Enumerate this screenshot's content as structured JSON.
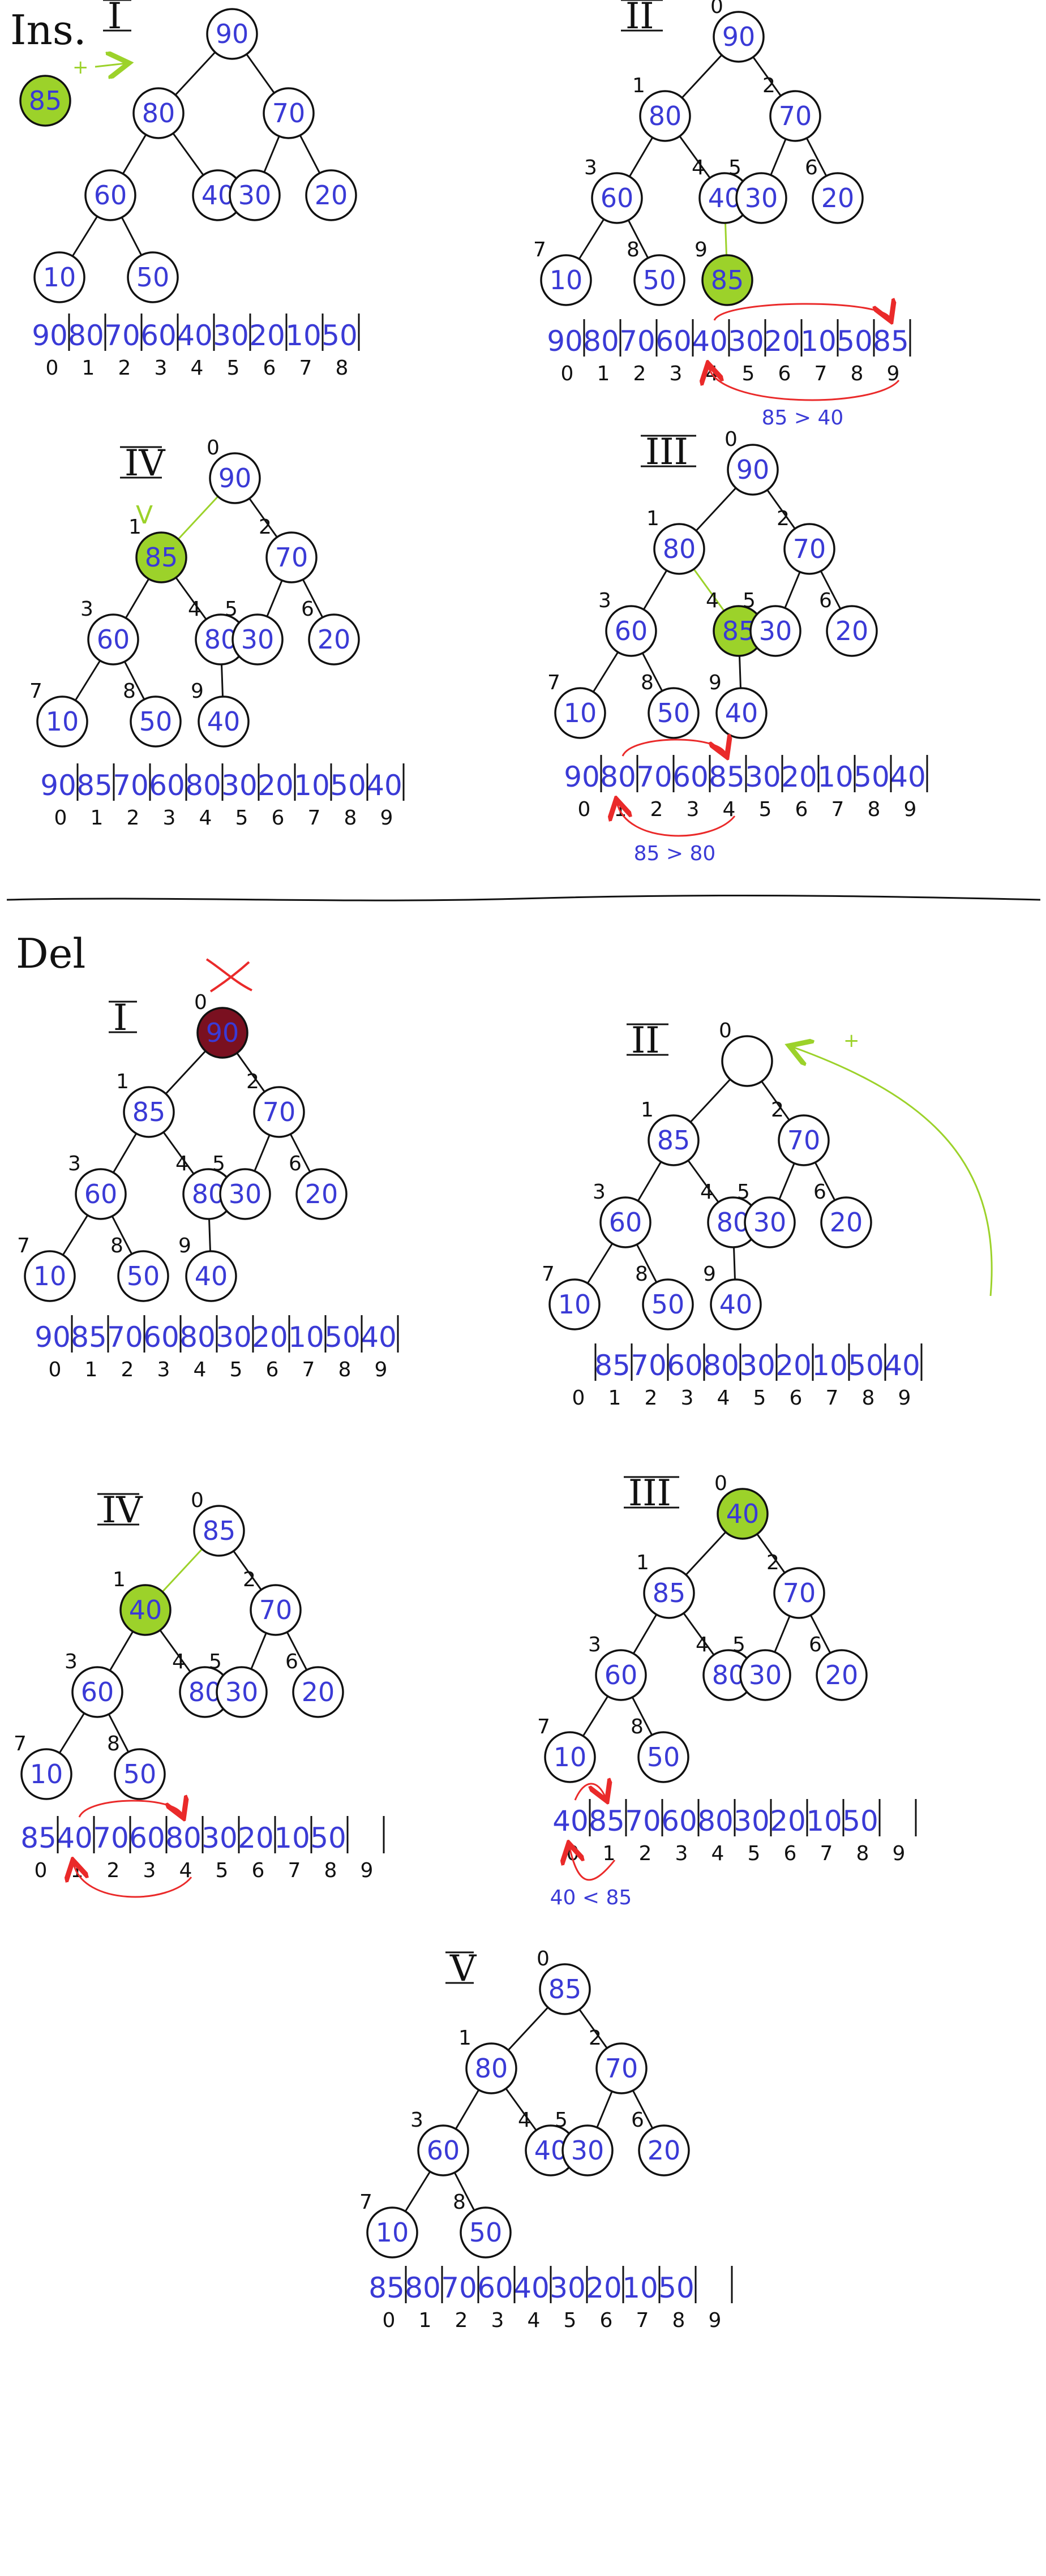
{
  "sections": {
    "insertion_label": "Ins.",
    "deletion_label": "Del"
  },
  "colors": {
    "ink": "#111111",
    "value": "#3a3ad6",
    "highlight": "#9cd22a",
    "accent": "#ea2a2a",
    "removed": "#7a1020"
  },
  "panels": [
    {
      "id": "ins-1",
      "section": "Ins.",
      "step": "I",
      "tree": [
        {
          "pos": 0,
          "v": "90"
        },
        {
          "pos": 1,
          "v": "80"
        },
        {
          "pos": 2,
          "v": "70"
        },
        {
          "pos": 3,
          "v": "60"
        },
        {
          "pos": 4,
          "v": "40"
        },
        {
          "pos": 5,
          "v": "30"
        },
        {
          "pos": 6,
          "v": "20"
        },
        {
          "pos": 7,
          "v": "10"
        },
        {
          "pos": 8,
          "v": "50"
        }
      ],
      "show_index_labels": false,
      "external_node": {
        "v": "85",
        "highlight": true
      },
      "array": [
        "90",
        "80",
        "70",
        "60",
        "40",
        "30",
        "20",
        "10",
        "50"
      ],
      "indices": [
        "0",
        "1",
        "2",
        "3",
        "4",
        "5",
        "6",
        "7",
        "8"
      ]
    },
    {
      "id": "ins-2",
      "section": "Ins.",
      "step": "II",
      "tree": [
        {
          "pos": 0,
          "v": "90"
        },
        {
          "pos": 1,
          "v": "80"
        },
        {
          "pos": 2,
          "v": "70"
        },
        {
          "pos": 3,
          "v": "60"
        },
        {
          "pos": 4,
          "v": "40"
        },
        {
          "pos": 5,
          "v": "30"
        },
        {
          "pos": 6,
          "v": "20"
        },
        {
          "pos": 7,
          "v": "10"
        },
        {
          "pos": 8,
          "v": "50"
        },
        {
          "pos": 9,
          "v": "85",
          "highlight": true
        }
      ],
      "show_index_labels": true,
      "array": [
        "90",
        "80",
        "70",
        "60",
        "40",
        "30",
        "20",
        "10",
        "50",
        "85"
      ],
      "indices": [
        "0",
        "1",
        "2",
        "3",
        "4",
        "5",
        "6",
        "7",
        "8",
        "9"
      ],
      "comparison": "85 > 40",
      "swap_indices": [
        4,
        9
      ]
    },
    {
      "id": "ins-3",
      "section": "Ins.",
      "step": "III",
      "tree": [
        {
          "pos": 0,
          "v": "90"
        },
        {
          "pos": 1,
          "v": "80"
        },
        {
          "pos": 2,
          "v": "70"
        },
        {
          "pos": 3,
          "v": "60"
        },
        {
          "pos": 4,
          "v": "85",
          "highlight": true
        },
        {
          "pos": 5,
          "v": "30"
        },
        {
          "pos": 6,
          "v": "20"
        },
        {
          "pos": 7,
          "v": "10"
        },
        {
          "pos": 8,
          "v": "50"
        },
        {
          "pos": 9,
          "v": "40"
        }
      ],
      "show_index_labels": true,
      "array": [
        "90",
        "80",
        "70",
        "60",
        "85",
        "30",
        "20",
        "10",
        "50",
        "40"
      ],
      "indices": [
        "0",
        "1",
        "2",
        "3",
        "4",
        "5",
        "6",
        "7",
        "8",
        "9"
      ],
      "comparison": "85 > 80",
      "swap_indices": [
        1,
        4
      ]
    },
    {
      "id": "ins-4",
      "section": "Ins.",
      "step": "IV",
      "tree": [
        {
          "pos": 0,
          "v": "90"
        },
        {
          "pos": 1,
          "v": "85",
          "highlight": true
        },
        {
          "pos": 2,
          "v": "70"
        },
        {
          "pos": 3,
          "v": "60"
        },
        {
          "pos": 4,
          "v": "80"
        },
        {
          "pos": 5,
          "v": "30"
        },
        {
          "pos": 6,
          "v": "20"
        },
        {
          "pos": 7,
          "v": "10"
        },
        {
          "pos": 8,
          "v": "50"
        },
        {
          "pos": 9,
          "v": "40"
        }
      ],
      "show_index_labels": true,
      "check_mark": "V",
      "array": [
        "90",
        "85",
        "70",
        "60",
        "80",
        "30",
        "20",
        "10",
        "50",
        "40"
      ],
      "indices": [
        "0",
        "1",
        "2",
        "3",
        "4",
        "5",
        "6",
        "7",
        "8",
        "9"
      ]
    },
    {
      "id": "del-1",
      "section": "Del",
      "step": "I",
      "tree": [
        {
          "pos": 0,
          "v": "90",
          "removed": true
        },
        {
          "pos": 1,
          "v": "85"
        },
        {
          "pos": 2,
          "v": "70"
        },
        {
          "pos": 3,
          "v": "60"
        },
        {
          "pos": 4,
          "v": "80"
        },
        {
          "pos": 5,
          "v": "30"
        },
        {
          "pos": 6,
          "v": "20"
        },
        {
          "pos": 7,
          "v": "10"
        },
        {
          "pos": 8,
          "v": "50"
        },
        {
          "pos": 9,
          "v": "40"
        }
      ],
      "show_index_labels": true,
      "array": [
        "90",
        "85",
        "70",
        "60",
        "80",
        "30",
        "20",
        "10",
        "50",
        "40"
      ],
      "indices": [
        "0",
        "1",
        "2",
        "3",
        "4",
        "5",
        "6",
        "7",
        "8",
        "9"
      ]
    },
    {
      "id": "del-2",
      "section": "Del",
      "step": "II",
      "tree": [
        {
          "pos": 0,
          "v": ""
        },
        {
          "pos": 1,
          "v": "85"
        },
        {
          "pos": 2,
          "v": "70"
        },
        {
          "pos": 3,
          "v": "60"
        },
        {
          "pos": 4,
          "v": "80"
        },
        {
          "pos": 5,
          "v": "30"
        },
        {
          "pos": 6,
          "v": "20"
        },
        {
          "pos": 7,
          "v": "10"
        },
        {
          "pos": 8,
          "v": "50"
        },
        {
          "pos": 9,
          "v": "40"
        }
      ],
      "show_index_labels": true,
      "array": [
        "",
        "85",
        "70",
        "60",
        "80",
        "30",
        "20",
        "10",
        "50",
        "40"
      ],
      "indices": [
        "0",
        "1",
        "2",
        "3",
        "4",
        "5",
        "6",
        "7",
        "8",
        "9"
      ]
    },
    {
      "id": "del-3",
      "section": "Del",
      "step": "III",
      "tree": [
        {
          "pos": 0,
          "v": "40",
          "highlight": true
        },
        {
          "pos": 1,
          "v": "85"
        },
        {
          "pos": 2,
          "v": "70"
        },
        {
          "pos": 3,
          "v": "60"
        },
        {
          "pos": 4,
          "v": "80"
        },
        {
          "pos": 5,
          "v": "30"
        },
        {
          "pos": 6,
          "v": "20"
        },
        {
          "pos": 7,
          "v": "10"
        },
        {
          "pos": 8,
          "v": "50"
        }
      ],
      "show_index_labels": true,
      "array": [
        "40",
        "85",
        "70",
        "60",
        "80",
        "30",
        "20",
        "10",
        "50",
        ""
      ],
      "indices": [
        "0",
        "1",
        "2",
        "3",
        "4",
        "5",
        "6",
        "7",
        "8",
        "9"
      ],
      "comparison": "40 < 85",
      "swap_indices": [
        0,
        1
      ]
    },
    {
      "id": "del-4",
      "section": "Del",
      "step": "IV",
      "tree": [
        {
          "pos": 0,
          "v": "85"
        },
        {
          "pos": 1,
          "v": "40",
          "highlight": true
        },
        {
          "pos": 2,
          "v": "70"
        },
        {
          "pos": 3,
          "v": "60"
        },
        {
          "pos": 4,
          "v": "80"
        },
        {
          "pos": 5,
          "v": "30"
        },
        {
          "pos": 6,
          "v": "20"
        },
        {
          "pos": 7,
          "v": "10"
        },
        {
          "pos": 8,
          "v": "50"
        }
      ],
      "show_index_labels": true,
      "array": [
        "85",
        "40",
        "70",
        "60",
        "80",
        "30",
        "20",
        "10",
        "50",
        ""
      ],
      "indices": [
        "0",
        "1",
        "2",
        "3",
        "4",
        "5",
        "6",
        "7",
        "8",
        "9"
      ],
      "swap_indices": [
        1,
        4
      ]
    },
    {
      "id": "del-5",
      "section": "Del",
      "step": "V",
      "tree": [
        {
          "pos": 0,
          "v": "85"
        },
        {
          "pos": 1,
          "v": "80"
        },
        {
          "pos": 2,
          "v": "70"
        },
        {
          "pos": 3,
          "v": "60"
        },
        {
          "pos": 4,
          "v": "40"
        },
        {
          "pos": 5,
          "v": "30"
        },
        {
          "pos": 6,
          "v": "20"
        },
        {
          "pos": 7,
          "v": "10"
        },
        {
          "pos": 8,
          "v": "50"
        }
      ],
      "show_index_labels": true,
      "array": [
        "85",
        "80",
        "70",
        "60",
        "40",
        "30",
        "20",
        "10",
        "50",
        ""
      ],
      "indices": [
        "0",
        "1",
        "2",
        "3",
        "4",
        "5",
        "6",
        "7",
        "8",
        "9"
      ]
    }
  ]
}
